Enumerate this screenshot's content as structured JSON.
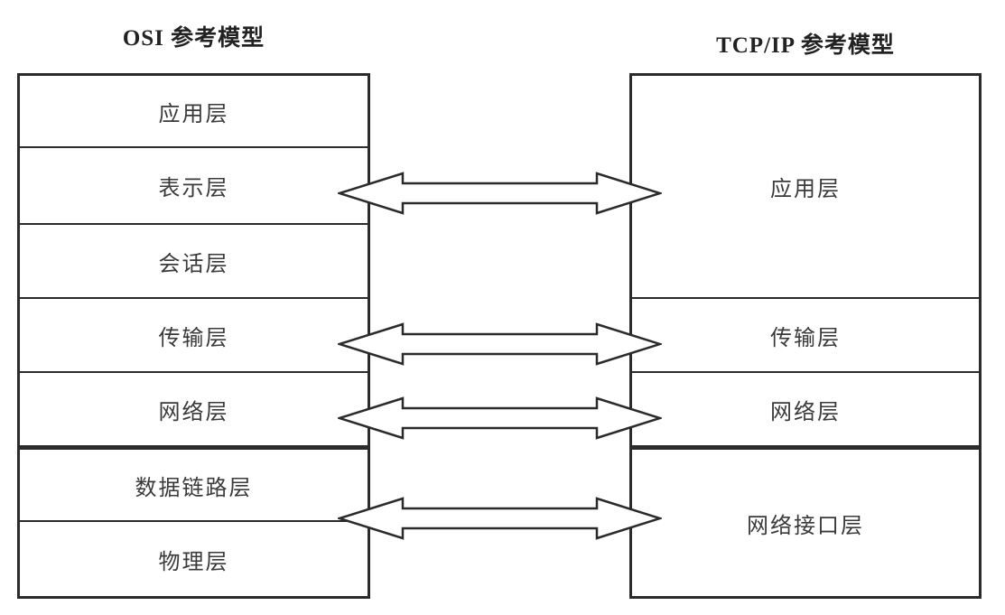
{
  "diagram": {
    "osi": {
      "title": "OSI 参考模型",
      "layers": [
        "应用层",
        "表示层",
        "会话层",
        "传输层",
        "网络层",
        "数据链路层",
        "物理层"
      ]
    },
    "tcpip": {
      "title": "TCP/IP 参考模型",
      "layers": [
        "应用层",
        "传输层",
        "网络层",
        "网络接口层"
      ]
    },
    "arrows": [
      {
        "from": "表示层",
        "to": "应用层"
      },
      {
        "from": "传输层",
        "to": "传输层"
      },
      {
        "from": "网络层",
        "to": "网络层"
      },
      {
        "from": "数据链路层",
        "to": "网络接口层"
      }
    ],
    "colors": {
      "line": "#2b2b2b",
      "text": "#3a3a3a",
      "background": "#ffffff"
    }
  }
}
